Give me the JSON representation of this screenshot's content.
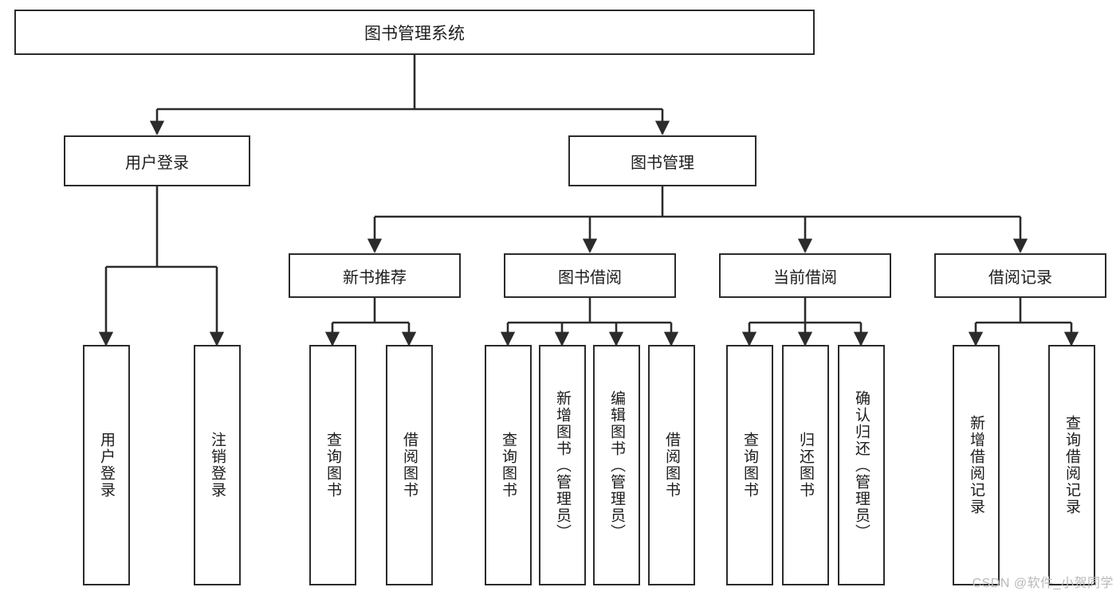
{
  "diagram": {
    "title": "图书管理系统",
    "type": "hierarchy-tree",
    "root": {
      "id": "root",
      "label": "图书管理系统"
    },
    "level2": [
      {
        "id": "user-login",
        "label": "用户登录"
      },
      {
        "id": "book-management",
        "label": "图书管理"
      }
    ],
    "level3": [
      {
        "id": "new-book-recommend",
        "label": "新书推荐",
        "parent": "book-management"
      },
      {
        "id": "book-borrow",
        "label": "图书借阅",
        "parent": "book-management"
      },
      {
        "id": "current-borrow",
        "label": "当前借阅",
        "parent": "book-management"
      },
      {
        "id": "borrow-record",
        "label": "借阅记录",
        "parent": "book-management"
      }
    ],
    "leaves": [
      {
        "id": "leaf-user-login",
        "label": "用户登录",
        "parent": "user-login"
      },
      {
        "id": "leaf-logout",
        "label": "注销登录",
        "parent": "user-login"
      },
      {
        "id": "leaf-query-book-1",
        "label": "查询图书",
        "parent": "new-book-recommend"
      },
      {
        "id": "leaf-borrow-book-1",
        "label": "借阅图书",
        "parent": "new-book-recommend"
      },
      {
        "id": "leaf-query-book-2",
        "label": "查询图书",
        "parent": "book-borrow"
      },
      {
        "id": "leaf-add-book",
        "label": "新增图书（管理员）",
        "parent": "book-borrow"
      },
      {
        "id": "leaf-edit-book",
        "label": "编辑图书（管理员）",
        "parent": "book-borrow"
      },
      {
        "id": "leaf-borrow-book-2",
        "label": "借阅图书",
        "parent": "book-borrow"
      },
      {
        "id": "leaf-query-book-3",
        "label": "查询图书",
        "parent": "current-borrow"
      },
      {
        "id": "leaf-return-book",
        "label": "归还图书",
        "parent": "current-borrow"
      },
      {
        "id": "leaf-confirm-return",
        "label": "确认归还（管理员）",
        "parent": "current-borrow"
      },
      {
        "id": "leaf-add-record",
        "label": "新增借阅记录",
        "parent": "borrow-record"
      },
      {
        "id": "leaf-query-record",
        "label": "查询借阅记录",
        "parent": "borrow-record"
      }
    ],
    "watermark": "CSDN @软件_小贺同学",
    "colors": {
      "stroke": "#2b2b2b",
      "fill": "#ffffff",
      "text": "#1c1c1c",
      "watermark": "#b9b9b9"
    }
  }
}
